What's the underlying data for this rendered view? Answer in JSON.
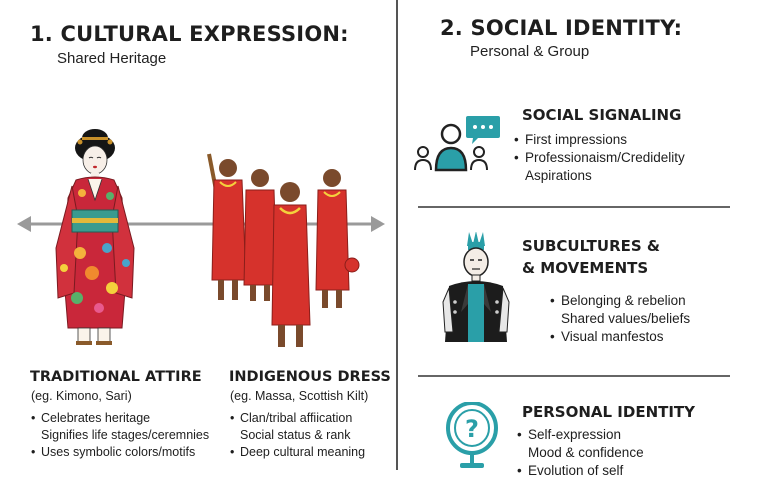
{
  "left": {
    "heading": "1. CULTURAL EXPRESSION:",
    "subheading": "Shared Heritage",
    "traditional": {
      "title": "TRADITIONAL ATTIRE",
      "examples": "(eg. Kimono, Sari)",
      "bullets": [
        {
          "text": "Celebrates heritage",
          "bullet": true
        },
        {
          "text": "Signifies life stages/ceremnies",
          "bullet": false
        },
        {
          "text": "Uses symbolic colors/motifs",
          "bullet": true
        }
      ]
    },
    "indigenous": {
      "title": "INDIGENOUS DRESS",
      "examples": "(eg. Massa, Scottish Kilt)",
      "bullets": [
        {
          "text": "Clan/tribal affiication",
          "bullet": true
        },
        {
          "text": "Social status & rank",
          "bullet": false
        },
        {
          "text": "Deep cultural meaning",
          "bullet": true
        }
      ]
    }
  },
  "right": {
    "heading": "2. SOCIAL IDENTITY:",
    "subheading": "Personal & Group",
    "sections": [
      {
        "title_lines": [
          "SOCIAL SIGNALING"
        ],
        "bullets": [
          {
            "text": "First impressions",
            "bullet": true
          },
          {
            "text": "Professionaism/Credidelity",
            "bullet": true
          },
          {
            "text": "Aspirations",
            "bullet": false
          }
        ]
      },
      {
        "title_lines": [
          "SUBCULTURES &",
          "& MOVEMENTS"
        ],
        "bullets": [
          {
            "text": "Belonging & rebelion",
            "bullet": true
          },
          {
            "text": "Shared values/beliefs",
            "bullet": false
          },
          {
            "text": "Visual manfestos",
            "bullet": true
          }
        ]
      },
      {
        "title_lines": [
          "PERSONAL IDENTITY"
        ],
        "bullets": [
          {
            "text": "Self-expression",
            "bullet": true
          },
          {
            "text": "Mood & confidence",
            "bullet": false
          },
          {
            "text": "Evolution of self",
            "bullet": true
          }
        ]
      }
    ]
  },
  "colors": {
    "accent_teal": "#2a9fa8",
    "red_robe": "#d6322c",
    "skin_dark": "#7a4a2c",
    "divider": "#555555"
  },
  "icons": [
    "kimono-figure",
    "maasai-group",
    "people-chat-icon",
    "punk-figure",
    "mirror-question-icon",
    "double-arrow-icon"
  ]
}
